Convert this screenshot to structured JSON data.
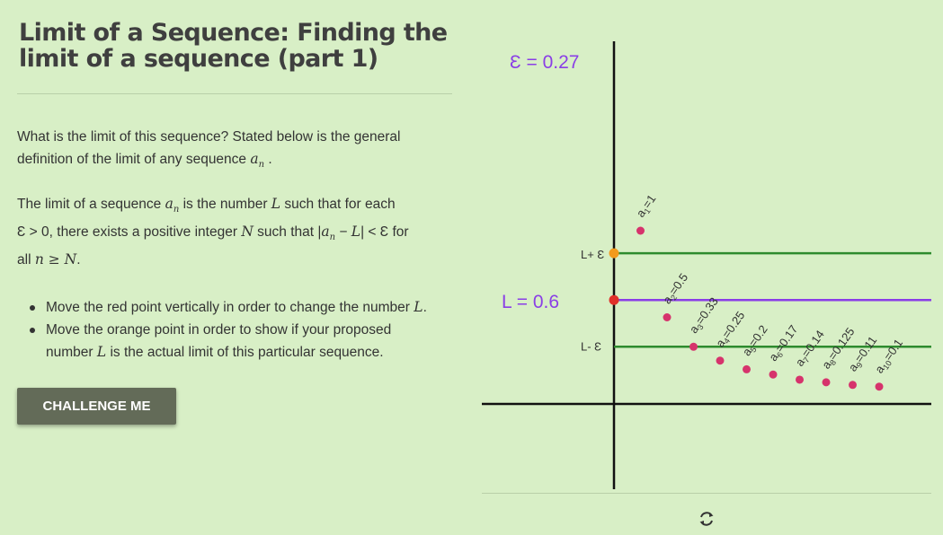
{
  "title": "Limit of a Sequence: Finding the limit of a sequence (part 1)",
  "intro": {
    "line1": "What is the limit of this sequence? Stated below is the general",
    "line2_prefix": "definition of the limit of any sequence ",
    "a_sym": "a",
    "n_sub": "n",
    "line2_suffix": " ."
  },
  "definition": {
    "l1_a": "The limit of a sequence ",
    "l1_b": " is the number ",
    "L": "L",
    "l1_c": " such that for each",
    "l2_a": "Ɛ > 0, there exists a positive integer ",
    "N": "N",
    "l2_b": " such that |",
    "l2_c": " − ",
    "l2_d": "| < Ɛ for",
    "l3_a": "all ",
    "l3_b": "n ≥ N",
    "l3_c": "."
  },
  "instructions": [
    {
      "a": "Move the red point vertically in order to change the number ",
      "b": "L",
      "c": "."
    },
    {
      "a": "Move the orange point in order to show if your proposed",
      "b": "",
      "c": ""
    },
    {
      "a": "number ",
      "b": "L",
      "c": " is the actual limit of this particular sequence."
    }
  ],
  "button_label": "CHALLENGE ME",
  "graph": {
    "epsilon_label": "Ɛ = 0.27",
    "L_label": "L = 0.6",
    "upper_label": "L+ Ɛ",
    "lower_label": "L- Ɛ",
    "epsilon": 0.27,
    "L": 0.6,
    "colors": {
      "epsilon_text": "#8a3ee6",
      "L_line": "#8a3ee6",
      "band_lines": "#2e8b2e",
      "points": "#d6336c",
      "red_point": "#e0302a",
      "orange_point": "#f39a1c"
    },
    "terms": [
      {
        "n": "1",
        "value": 1,
        "label": "1=1"
      },
      {
        "n": "2",
        "value": 0.5,
        "label": "2=0.5"
      },
      {
        "n": "3",
        "value": 0.33,
        "label": "3=0.33"
      },
      {
        "n": "4",
        "value": 0.25,
        "label": "4=0.25"
      },
      {
        "n": "5",
        "value": 0.2,
        "label": "5=0.2"
      },
      {
        "n": "6",
        "value": 0.17,
        "label": "6=0.17"
      },
      {
        "n": "7",
        "value": 0.14,
        "label": "7=0.14"
      },
      {
        "n": "8",
        "value": 0.125,
        "label": "8=0.125"
      },
      {
        "n": "9",
        "value": 0.11,
        "label": "9=0.11"
      },
      {
        "n": "10",
        "value": 0.1,
        "label": "10=0.1"
      }
    ]
  },
  "reset_icon": "refresh-icon"
}
